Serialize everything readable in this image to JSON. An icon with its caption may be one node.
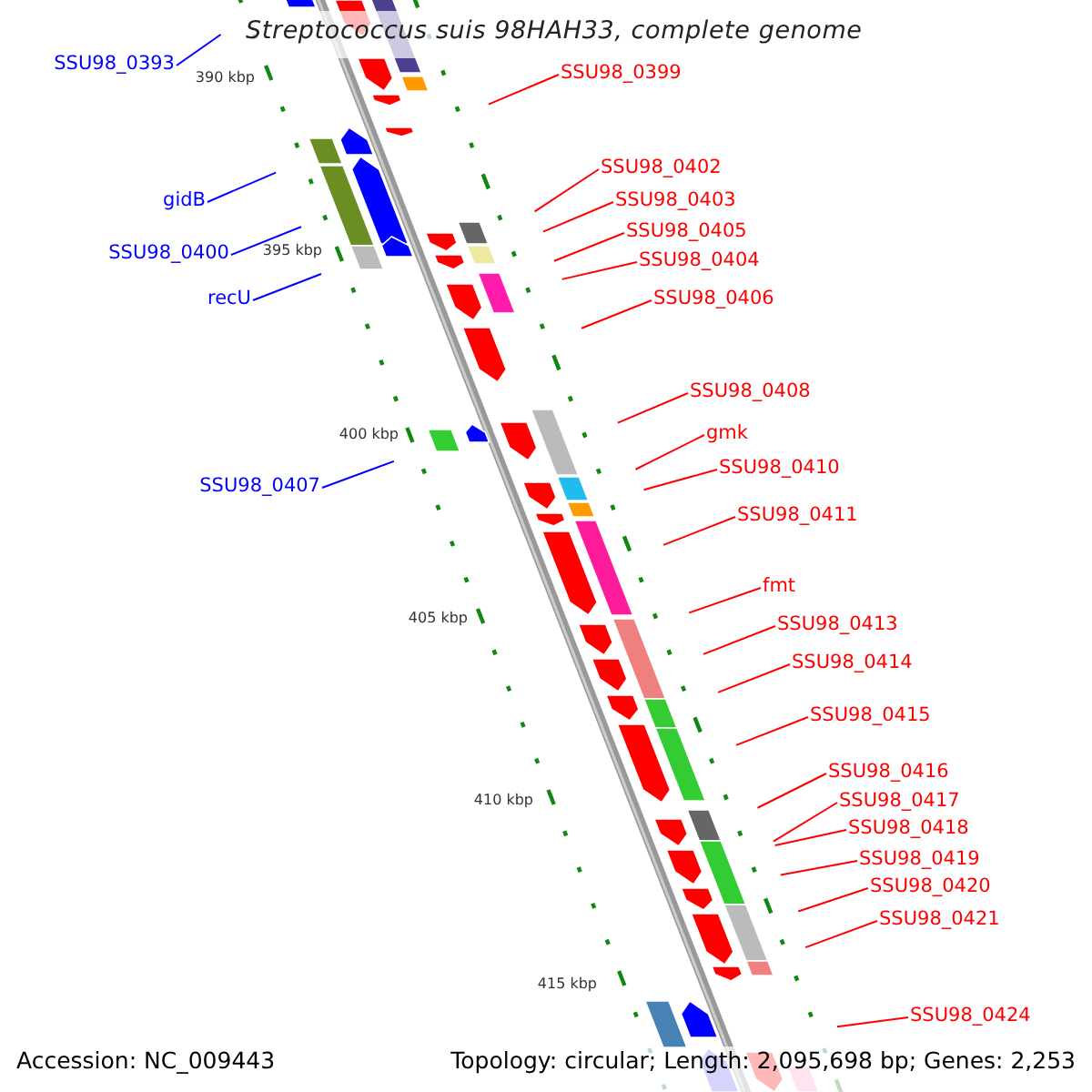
{
  "diagram": {
    "title": "Streptococcus suis 98HAH33, complete genome",
    "nodes": [
      {
        "text": [
          "SSU98_0393"
        ]
      },
      {
        "text": [
          "SSU98_0399"
        ]
      },
      {
        "text": [
          "SSU98_0402"
        ]
      },
      {
        "text": [
          "gidB"
        ]
      },
      {
        "text": [
          "SSU98_0403"
        ]
      },
      {
        "text": [
          "SSU98_0405"
        ]
      },
      {
        "text": [
          "SSU98_0400"
        ]
      },
      {
        "text": [
          "SSU98_0404"
        ]
      },
      {
        "text": [
          "recU"
        ]
      },
      {
        "text": [
          "SSU98_0406"
        ]
      },
      {
        "text": [
          "SSU98_0408"
        ]
      },
      {
        "text": [
          "gmk"
        ]
      },
      {
        "text": [
          "SSU98_0410"
        ]
      },
      {
        "text": [
          "SSU98_0407"
        ]
      },
      {
        "text": [
          "SSU98_0411"
        ]
      },
      {
        "text": [
          "fmt"
        ]
      },
      {
        "text": [
          "SSU98_0413"
        ]
      },
      {
        "text": [
          "SSU98_0414"
        ]
      },
      {
        "text": [
          "SSU98_0415"
        ]
      },
      {
        "text": [
          "SSU98_0416"
        ]
      },
      {
        "text": [
          "SSU98_0417"
        ]
      },
      {
        "text": [
          "SSU98_0418"
        ]
      },
      {
        "text": [
          "SSU98_0419"
        ]
      },
      {
        "text": [
          "SSU98_0420"
        ]
      },
      {
        "text": [
          "SSU98_0421"
        ]
      },
      {
        "text": [
          "SSU98_0424"
        ]
      }
    ],
    "edges": [
      {
        "from": 0,
        "to": null,
        "arrow": "none",
        "color": "#0000ff"
      },
      {
        "from": 1,
        "to": null,
        "arrow": "none"
      },
      {
        "from": 2,
        "to": null,
        "arrow": "none"
      },
      {
        "from": 3,
        "to": null,
        "arrow": "none",
        "color": "#0000ff"
      },
      {
        "from": 4,
        "to": null,
        "arrow": "none"
      },
      {
        "from": 5,
        "to": null,
        "arrow": "none"
      },
      {
        "from": 6,
        "to": null,
        "arrow": "none",
        "color": "#0000ff"
      },
      {
        "from": 7,
        "to": null,
        "arrow": "none"
      },
      {
        "from": 8,
        "to": null,
        "arrow": "none",
        "color": "#0000ff"
      },
      {
        "from": 9,
        "to": null,
        "arrow": "none"
      },
      {
        "from": 10,
        "to": null,
        "arrow": "none"
      },
      {
        "from": 11,
        "to": null,
        "arrow": "none"
      },
      {
        "from": 12,
        "to": null,
        "arrow": "none"
      },
      {
        "from": 13,
        "to": null,
        "arrow": "none",
        "color": "#0000ff"
      },
      {
        "from": 14,
        "to": null,
        "arrow": "none"
      },
      {
        "from": 15,
        "to": null,
        "arrow": "none"
      },
      {
        "from": 16,
        "to": null,
        "arrow": "none"
      },
      {
        "from": 17,
        "to": null,
        "arrow": "none"
      },
      {
        "from": 18,
        "to": null,
        "arrow": "none"
      },
      {
        "from": 19,
        "to": null,
        "arrow": "none"
      },
      {
        "from": 20,
        "to": null,
        "arrow": "none"
      },
      {
        "from": 21,
        "to": null,
        "arrow": "none"
      },
      {
        "from": 22,
        "to": null,
        "arrow": "none"
      },
      {
        "from": 23,
        "to": null,
        "arrow": "none"
      },
      {
        "from": 24,
        "to": null,
        "arrow": "none"
      },
      {
        "from": 25,
        "to": null,
        "arrow": "none"
      }
    ],
    "labels": [
      "390 kbp",
      "395 kbp",
      "400 kbp",
      "405 kbp",
      "410 kbp",
      "415 kbp",
      "Accession: NC_009443",
      "Topology: circular; Length: 2,095,698 bp; Genes: 2,253"
    ]
  }
}
